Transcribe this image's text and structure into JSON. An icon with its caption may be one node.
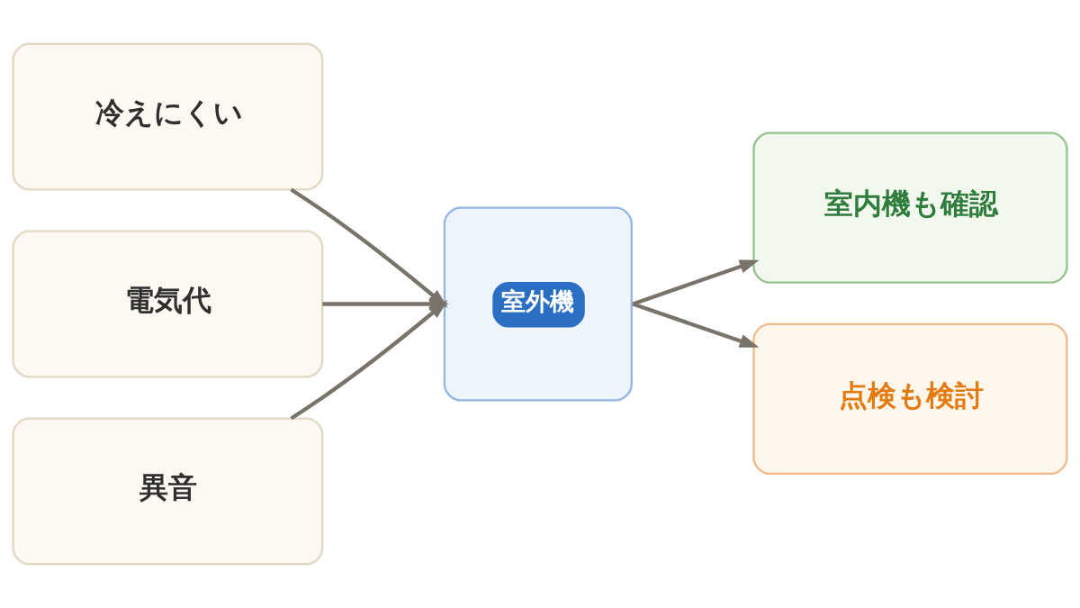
{
  "diagram": {
    "nodes": [
      {
        "text": [
          "冷えにくい"
        ]
      },
      {
        "text": [
          "電気代"
        ]
      },
      {
        "text": [
          "異音"
        ]
      },
      {
        "text": [
          "室外機"
        ]
      },
      {
        "text": [
          "室内機も確認"
        ]
      },
      {
        "text": [
          "点検も検討"
        ]
      }
    ],
    "edges": [
      {
        "from": 0,
        "to": 3,
        "arrow": "to"
      },
      {
        "from": 1,
        "to": 3,
        "arrow": "to"
      },
      {
        "from": 2,
        "to": 3,
        "arrow": "to"
      },
      {
        "from": 3,
        "to": 4,
        "arrow": "to"
      },
      {
        "from": 3,
        "to": 5,
        "arrow": "to"
      }
    ]
  }
}
